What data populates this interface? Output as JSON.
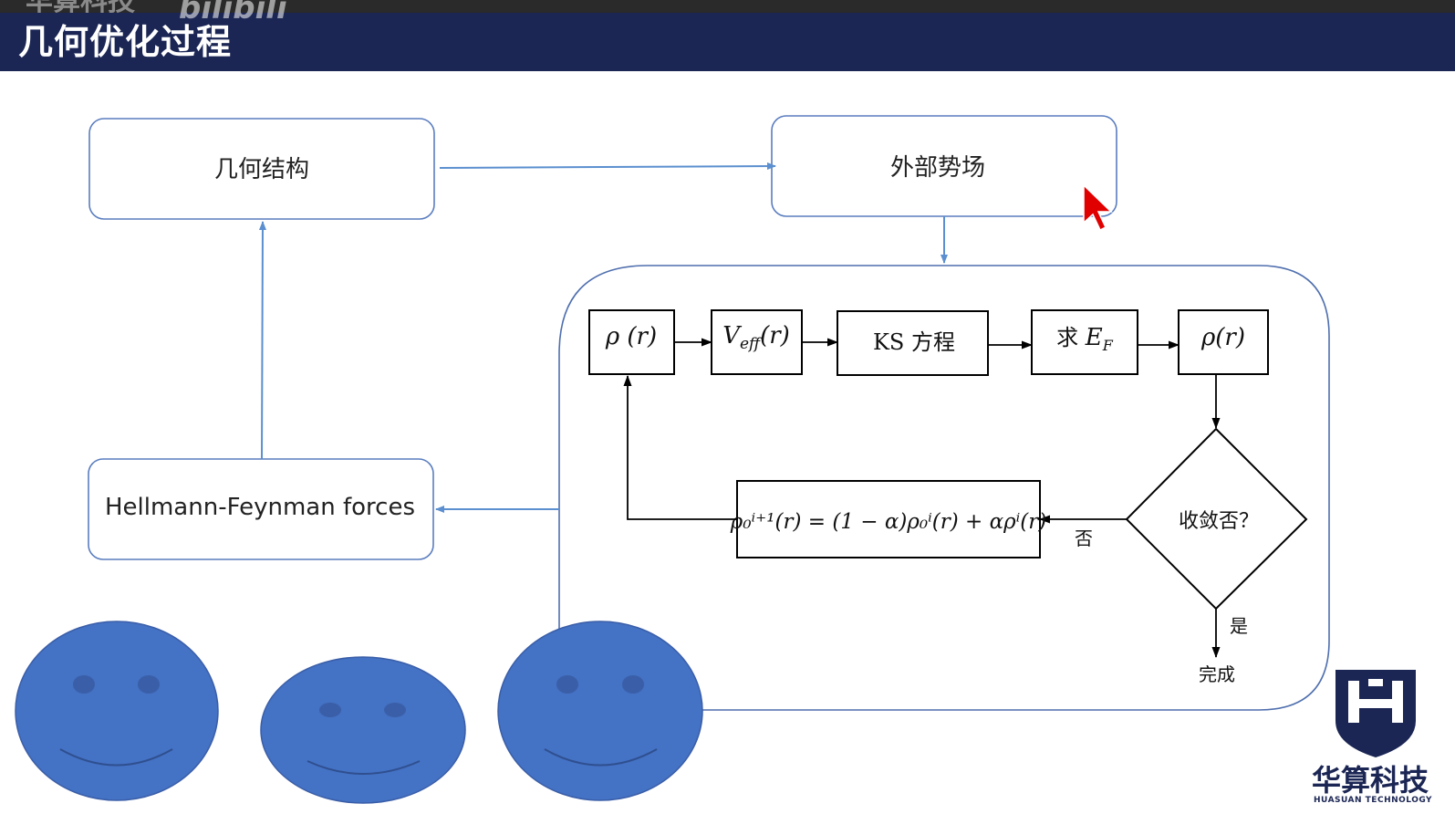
{
  "header": {
    "title": "几何优化过程",
    "watermark_text": "华算科技",
    "watermark_bili": "bilibili"
  },
  "nodes": {
    "geometry": "几何结构",
    "external_potential": "外部势场",
    "hf_forces": "Hellmann-Feynman forces"
  },
  "scf": {
    "rho_in": "ρ (r)",
    "veff": {
      "base": "V",
      "sub": "eff",
      "arg": "(r)"
    },
    "ks": "KS 方程",
    "ef": {
      "prefix": "求 ",
      "base": "E",
      "sub": "F"
    },
    "rho_out": "ρ(r)",
    "converged": "收敛否？",
    "no": "否",
    "yes": "是",
    "done": "完成",
    "mixing": "ρ₀ⁱ⁺¹(r) = (1 − α)ρ₀ⁱ(r) + αρⁱ(r)"
  },
  "logo": {
    "name": "华算科技",
    "sub": "HUASUAN TECHNOLOGY"
  },
  "colors": {
    "title_bar": "#1b2654",
    "face_fill": "#4472c4",
    "arrow_blue": "#5b8fcf"
  },
  "icons": [
    "smiley-face-icon",
    "mouse-cursor-icon",
    "huasuan-logo-icon"
  ]
}
